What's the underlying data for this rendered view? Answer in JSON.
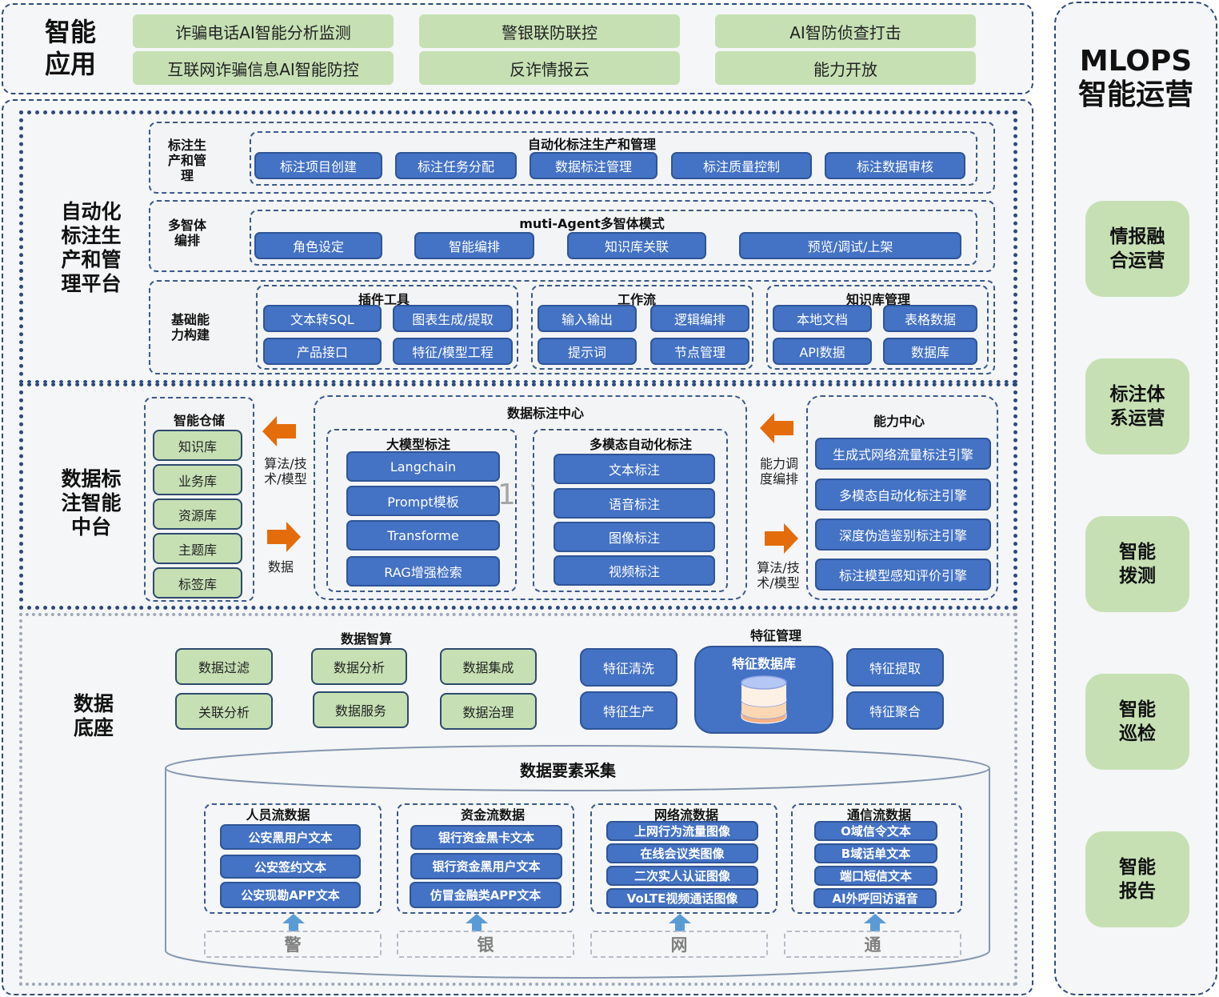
{
  "colors": {
    "accent_blue": "#4472c4",
    "accent_green": "#c6e0b4",
    "arrow_orange": "#e46c0a",
    "border_navy": "#2e4a7d"
  },
  "apps": {
    "title": "智能\n应用",
    "items": [
      "诈骗电话AI智能分析监测",
      "警银联防联控",
      "AI智防侦查打击",
      "互联网诈骗信息AI智能防控",
      "反诈情报云",
      "能力开放"
    ]
  },
  "mlops": {
    "title": "MLOPS\n智能运营",
    "items": [
      "情报融\n合运营",
      "标注体\n系运营",
      "智能\n拨测",
      "智能\n巡检",
      "智能\n报告"
    ]
  },
  "platform": {
    "title": "自动化\n标注生\n产和管\n理平台",
    "row1": {
      "label": "标注生\n产和管\n理",
      "title": "自动化标注生产和管理",
      "items": [
        "标注项目创建",
        "标注任务分配",
        "数据标注管理",
        "标注质量控制",
        "标注数据审核"
      ]
    },
    "row2": {
      "label": "多智体\n编排",
      "title": "muti-Agent多智体模式",
      "items": [
        "角色设定",
        "智能编排",
        "知识库关联",
        "预览/调试/上架"
      ]
    },
    "row3": {
      "label": "基础能\n力构建",
      "groups": [
        {
          "title": "插件工具",
          "items": [
            "文本转SQL",
            "图表生成/提取",
            "产品接口",
            "特征/模型工程"
          ]
        },
        {
          "title": "工作流",
          "items": [
            "输入输出",
            "逻辑编排",
            "提示词",
            "节点管理"
          ]
        },
        {
          "title": "知识库管理",
          "items": [
            "本地文档",
            "表格数据",
            "API数据",
            "数据库"
          ]
        }
      ]
    }
  },
  "middle": {
    "title": "数据标\n注智能\n中台",
    "storage": {
      "title": "智能仓储",
      "items": [
        "知识库",
        "业务库",
        "资源库",
        "主题库",
        "标签库"
      ]
    },
    "arrow_left_label": "算法/技\n术/模型",
    "arrow_right_label": "数据",
    "center": {
      "title": "数据标注中心",
      "llm": {
        "title": "大模型标注",
        "items": [
          "Langchain",
          "Prompt模板",
          "Transforme",
          "RAG增强检索"
        ]
      },
      "mm": {
        "title": "多模态自动化标注",
        "items": [
          "文本标注",
          "语音标注",
          "图像标注",
          "视频标注"
        ]
      },
      "watermark": "1 1"
    },
    "arrow2_left_label": "能力调\n度编排",
    "arrow2_right_label": "算法/技\n术/模型",
    "capability": {
      "title": "能力中心",
      "items": [
        "生成式网络流量标注引擎",
        "多模态自动化标注引擎",
        "深度伪造鉴别标注引擎",
        "标注模型感知评价引擎"
      ]
    }
  },
  "base": {
    "title": "数据\n底座",
    "compute": {
      "title": "数据智算",
      "items": [
        "数据过滤",
        "数据分析",
        "数据集成",
        "关联分析",
        "数据服务",
        "数据治理"
      ]
    },
    "feature": {
      "title": "特征管理",
      "db_title": "特征数据库",
      "items": [
        "特征清洗",
        "特征生产",
        "特征提取",
        "特征聚合"
      ]
    },
    "collect": {
      "title": "数据要素采集",
      "groups": [
        {
          "title": "人员流数据",
          "items": [
            "公安黑用户文本",
            "公安签约文本",
            "公安现勘APP文本"
          ],
          "source": "警"
        },
        {
          "title": "资金流数据",
          "items": [
            "银行资金黑卡文本",
            "银行资金黑用户文本",
            "仿冒金融类APP文本"
          ],
          "source": "银"
        },
        {
          "title": "网络流数据",
          "items": [
            "上网行为流量图像",
            "在线会议类图像",
            "二次实人认证图像",
            "VoLTE视频通话图像"
          ],
          "source": "网"
        },
        {
          "title": "通信流数据",
          "items": [
            "O域信令文本",
            "B域话单文本",
            "端口短信文本",
            "AI外呼回访语音"
          ],
          "source": "通"
        }
      ]
    }
  }
}
